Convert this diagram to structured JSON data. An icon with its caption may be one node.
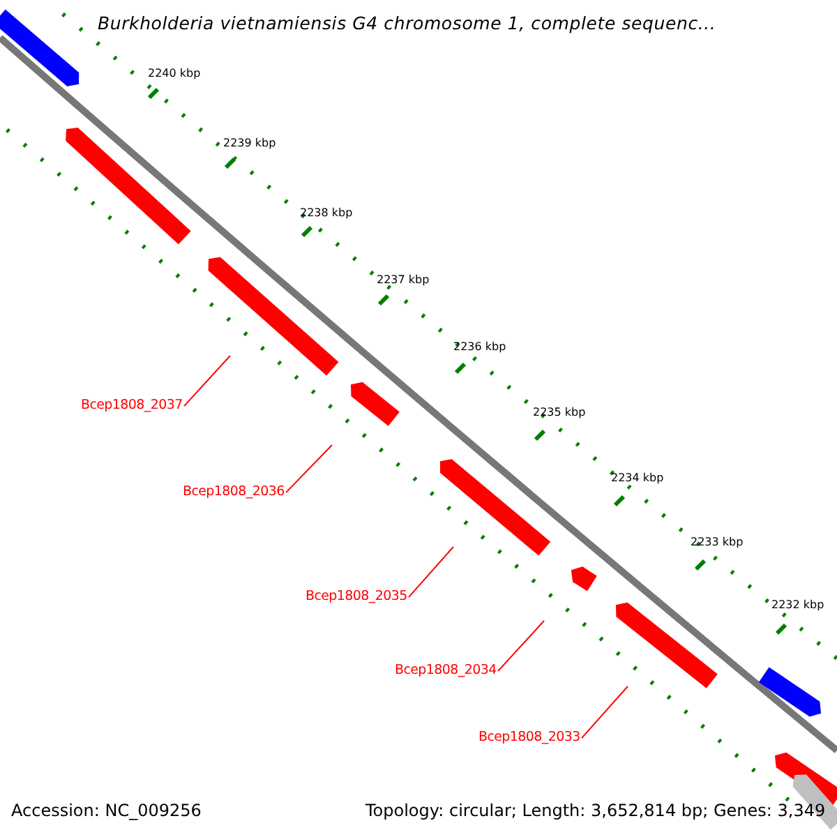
{
  "diagram": {
    "title": "Burkholderia vietnamiensis G4 chromosome 1, complete sequenc...",
    "nodes": [
      {
        "text": [
          "Bcep1808_2037"
        ]
      },
      {
        "text": [
          "Bcep1808_2036"
        ]
      },
      {
        "text": [
          "Bcep1808_2035"
        ]
      },
      {
        "text": [
          "Bcep1808_2034"
        ]
      },
      {
        "text": [
          "Bcep1808_2033"
        ]
      }
    ],
    "edges": [
      {
        "from": 0,
        "to": null,
        "arrow": "none",
        "color": "#ff0000"
      },
      {
        "from": 1,
        "to": null,
        "arrow": "none",
        "color": "#ff0000"
      },
      {
        "from": 2,
        "to": null,
        "arrow": "none",
        "color": "#ff0000"
      },
      {
        "from": 3,
        "to": null,
        "arrow": "none",
        "color": "#ff0000"
      },
      {
        "from": 4,
        "to": null,
        "arrow": "none",
        "color": "#ff0000"
      }
    ],
    "labels": [
      "2240 kbp",
      "2239 kbp",
      "2238 kbp",
      "2237 kbp",
      "2236 kbp",
      "2235 kbp",
      "2234 kbp",
      "2233 kbp",
      "2232 kbp",
      "Accession: NC_009256",
      "Topology: circular; Length: 3,652,814 bp; Genes: 3,349"
    ]
  }
}
